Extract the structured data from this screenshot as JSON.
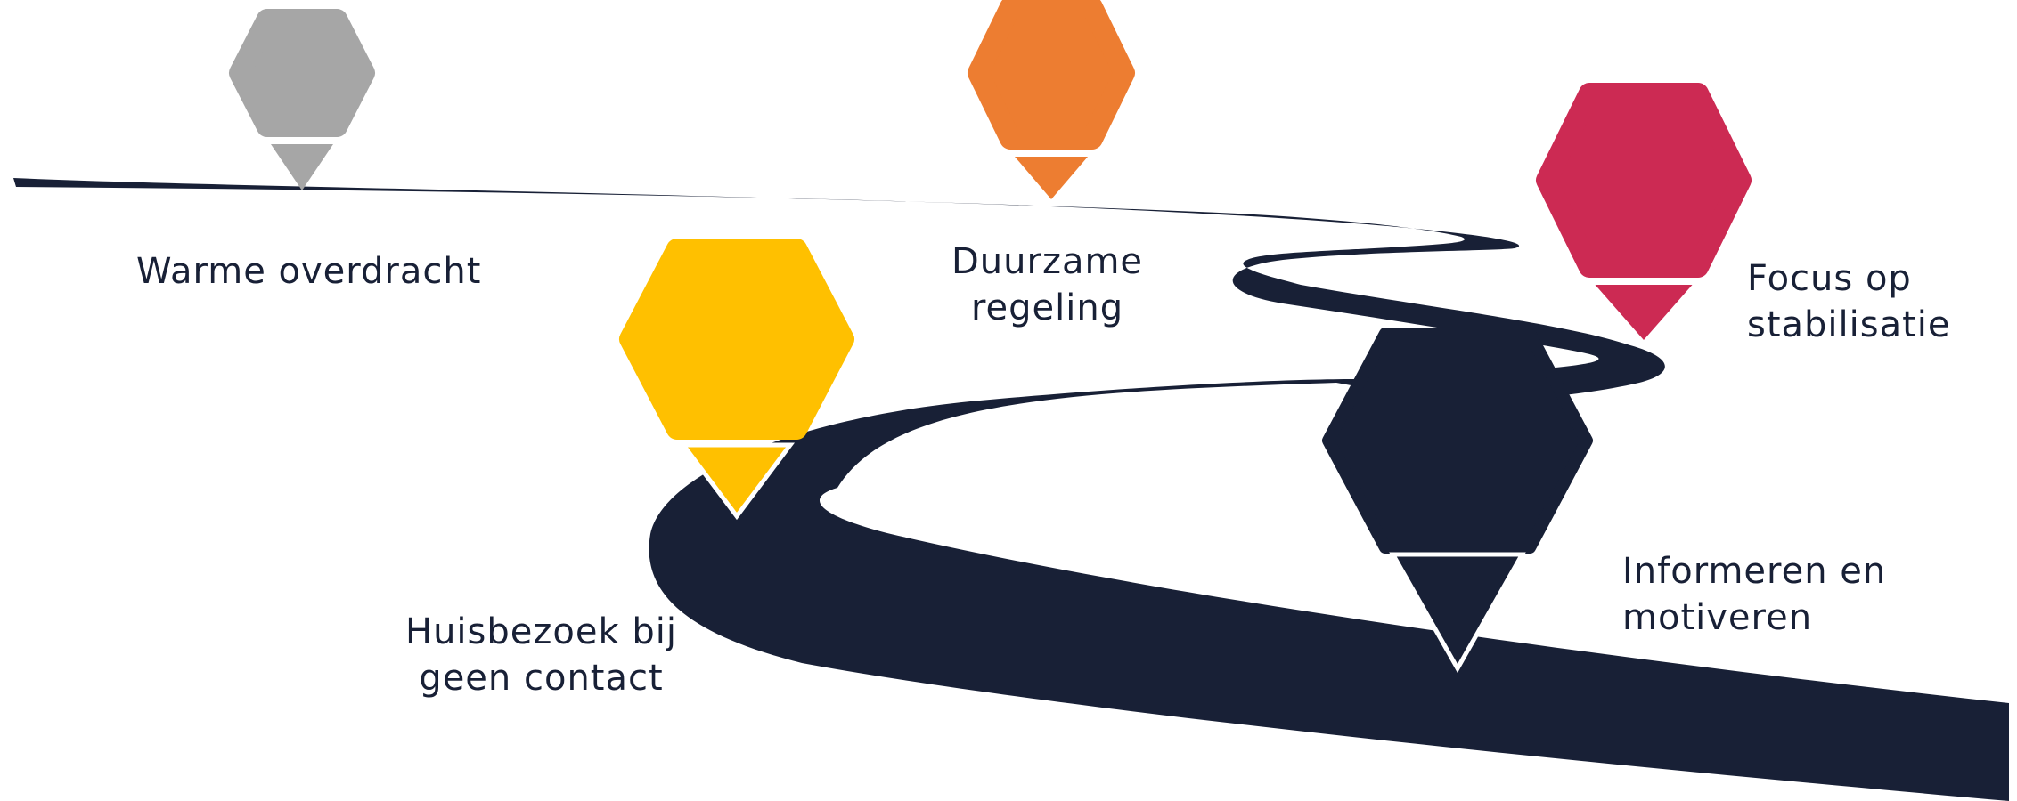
{
  "colors": {
    "road": "#182036",
    "background": "#ffffff",
    "text": "#182036"
  },
  "milestones": [
    {
      "id": "warme-overdracht",
      "lines": [
        "Warme overdracht"
      ],
      "color": "#a6a6a6"
    },
    {
      "id": "duurzame-regeling",
      "lines": [
        "Duurzame",
        "regeling"
      ],
      "color": "#ed7d31"
    },
    {
      "id": "focus-op-stabilisatie",
      "lines": [
        "Focus op",
        "stabilisatie"
      ],
      "color": "#cc2a53"
    },
    {
      "id": "huisbezoek-bij-geen-contact",
      "lines": [
        "Huisbezoek bij",
        "geen contact"
      ],
      "color": "#ffc000"
    },
    {
      "id": "informeren-en-motiveren",
      "lines": [
        "Informeren en",
        "motiveren"
      ],
      "color": "#182036"
    }
  ]
}
